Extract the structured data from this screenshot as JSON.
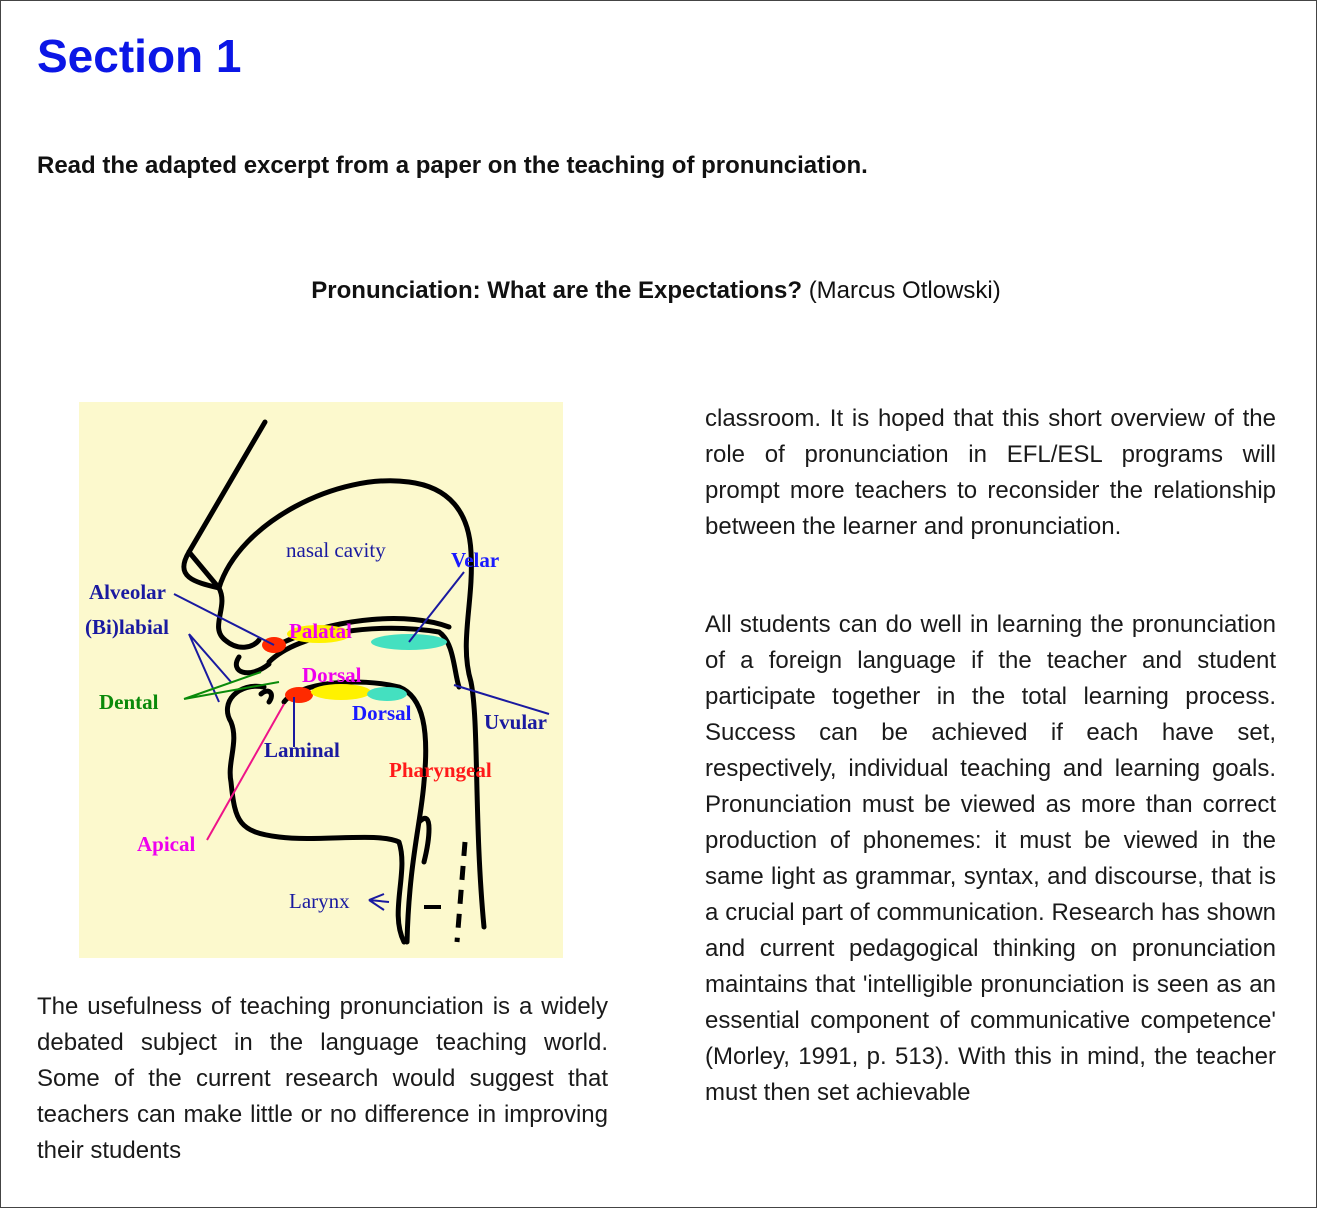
{
  "section_title": "Section 1",
  "instruction": "Read the adapted excerpt from a paper on the teaching of pronunciation.",
  "paper": {
    "title": "Pronunciation: What are the Expectations?",
    "author": "(Marcus Otlowski)"
  },
  "figure": {
    "background": "#fcf9cd",
    "labels": {
      "nasal_cavity": "nasal cavity",
      "velar": "Velar",
      "alveolar": "Alveolar",
      "bilabial": "(Bi)labial",
      "palatal": "Palatal",
      "dental": "Dental",
      "dorsal_upper": "Dorsal",
      "dorsal_lower": "Dorsal",
      "uvular": "Uvular",
      "laminal": "Laminal",
      "pharyngeal": "Pharyngeal",
      "apical": "Apical",
      "larynx": "Larynx"
    }
  },
  "paragraphs": {
    "left": "The usefulness of teaching pronunciation is a widely debated subject in the language teaching world. Some of the current research would suggest that teachers can make little or no difference in improving their students",
    "right_1": "classroom. It is hoped that this short overview of the role of pronunciation in EFL/ESL programs will prompt more teachers to reconsider the relationship between the learner and pronunciation.",
    "right_2": "All students can do well in learning the pronunciation of a foreign language if the teacher and student participate together in the total learning process. Success can be achieved if each have set, respectively, individual teaching and learning goals. Pronunciation must be viewed as more than correct production of phonemes: it must be viewed in the same light as grammar, syntax, and discourse, that is a crucial part of communication. Research has shown and current pedagogical thinking on pronunciation maintains that 'intelligible pronunciation is seen as an essential component of communicative competence' (Morley, 1991, p. 513). With this in mind, the teacher must then set achievable"
  }
}
